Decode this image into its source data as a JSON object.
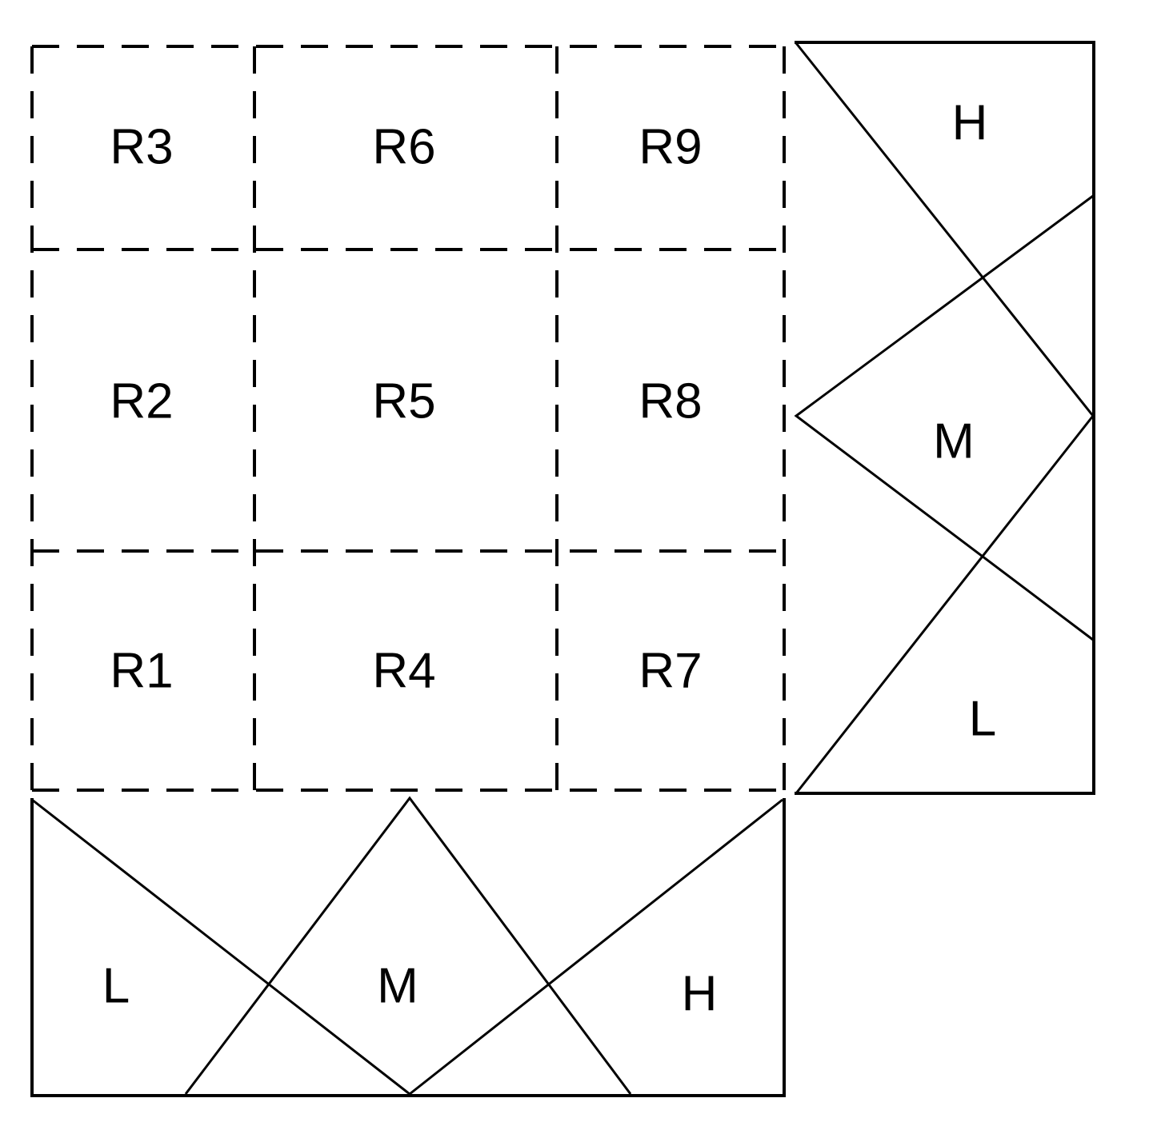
{
  "grid": {
    "rows": [
      [
        "R3",
        "R6",
        "R9"
      ],
      [
        "R2",
        "R5",
        "R8"
      ],
      [
        "R1",
        "R4",
        "R7"
      ]
    ]
  },
  "bottom_sets": {
    "labels": [
      "L",
      "M",
      "H"
    ]
  },
  "right_sets": {
    "labels": [
      "H",
      "M",
      "L"
    ]
  }
}
